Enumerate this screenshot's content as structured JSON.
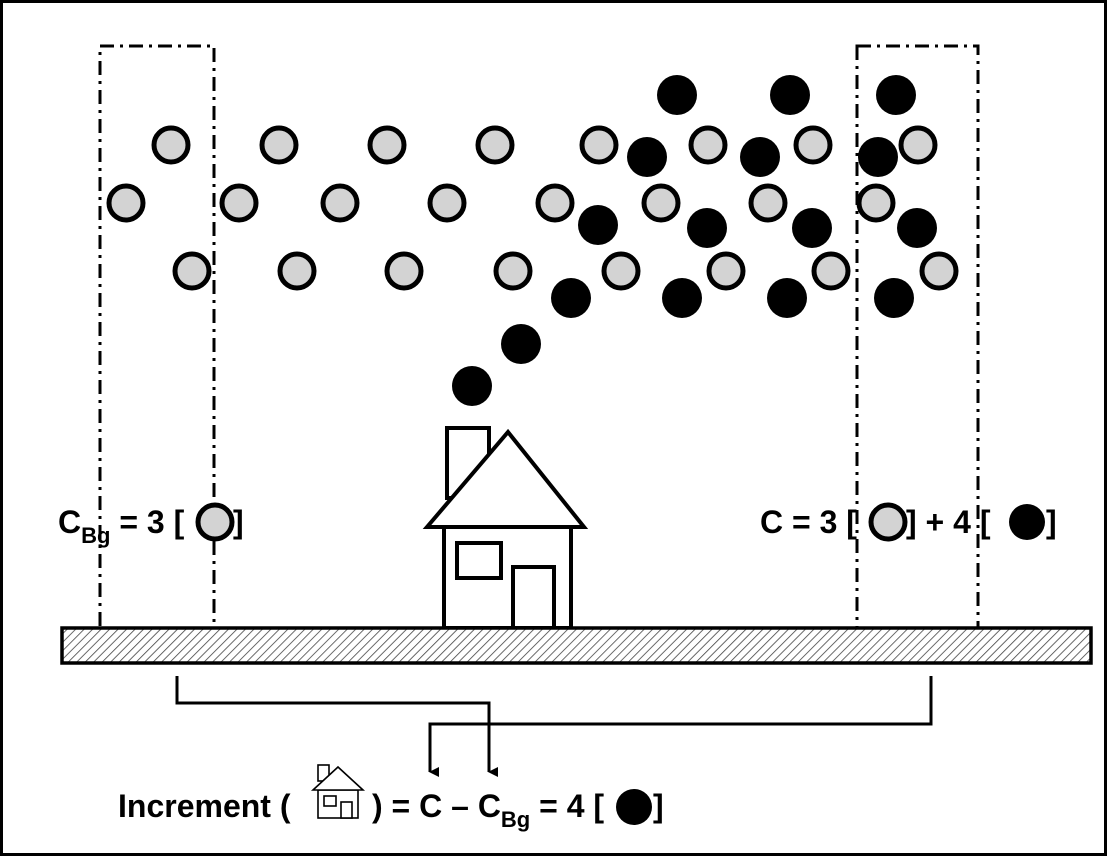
{
  "labels": {
    "background": {
      "main": "C",
      "sub": "Bg",
      "eq": " = 3 [",
      "close": "]"
    },
    "measured": {
      "lead": "C = 3 [",
      "mid": "] + 4 [",
      "close": "]"
    },
    "increment": {
      "lead": "Increment (",
      "mid": ") = C – C",
      "sub": "Bg",
      "tail": " = 4 [",
      "close": "]"
    }
  },
  "particles": {
    "background_color": "#d3d3d3",
    "emission_color": "#000000"
  },
  "icons": [
    "house-icon",
    "chimney-icon",
    "ground-icon",
    "arrow-icon"
  ]
}
